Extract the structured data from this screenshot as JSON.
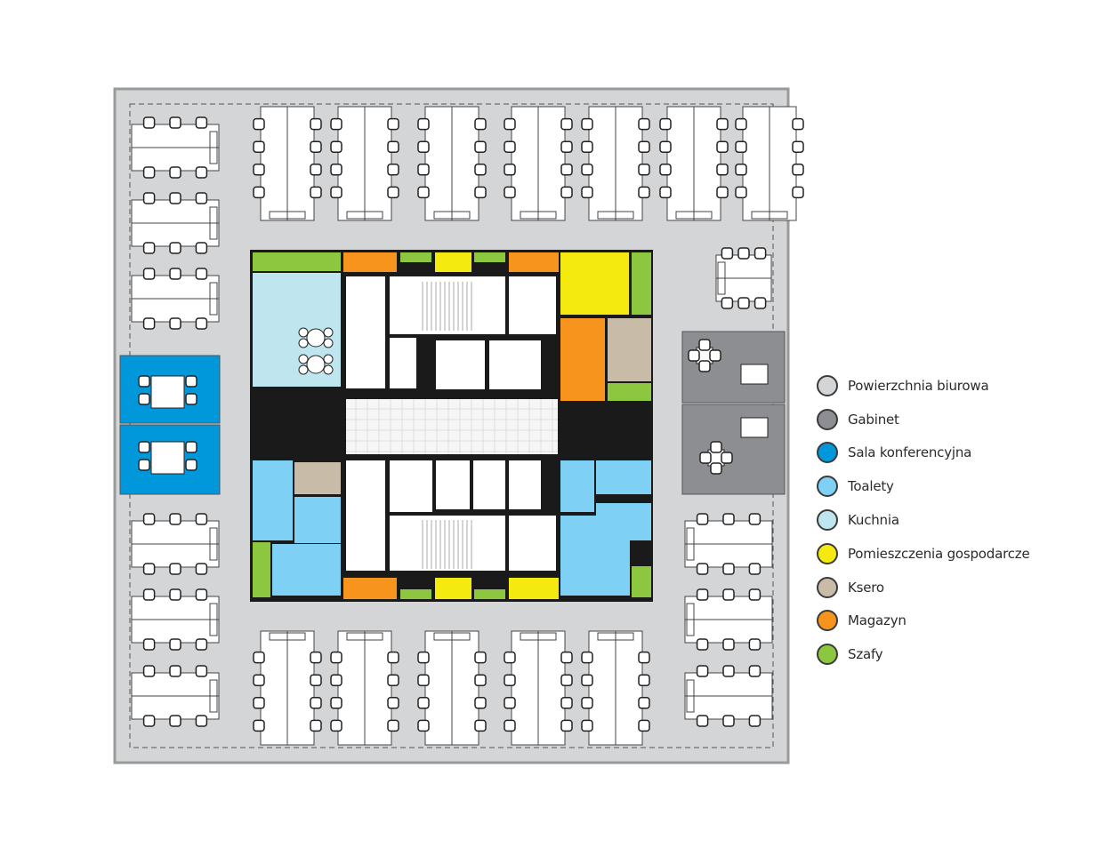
{
  "legend": [
    {
      "label": "Powierzchnia biurowa",
      "color": "#d4d5d7"
    },
    {
      "label": "Gabinet",
      "color": "#8d8e91"
    },
    {
      "label": "Sala konferencyjna",
      "color": "#0098da"
    },
    {
      "label": "Toalety",
      "color": "#7fd0f5"
    },
    {
      "label": "Kuchnia",
      "color": "#bfe5ef"
    },
    {
      "label": "Pomieszczenia gospodarcze",
      "color": "#f5ea0f"
    },
    {
      "label": "Ksero",
      "color": "#c8bca8"
    },
    {
      "label": "Magazyn",
      "color": "#f7941d"
    },
    {
      "label": "Szafy",
      "color": "#8dc63f"
    }
  ]
}
